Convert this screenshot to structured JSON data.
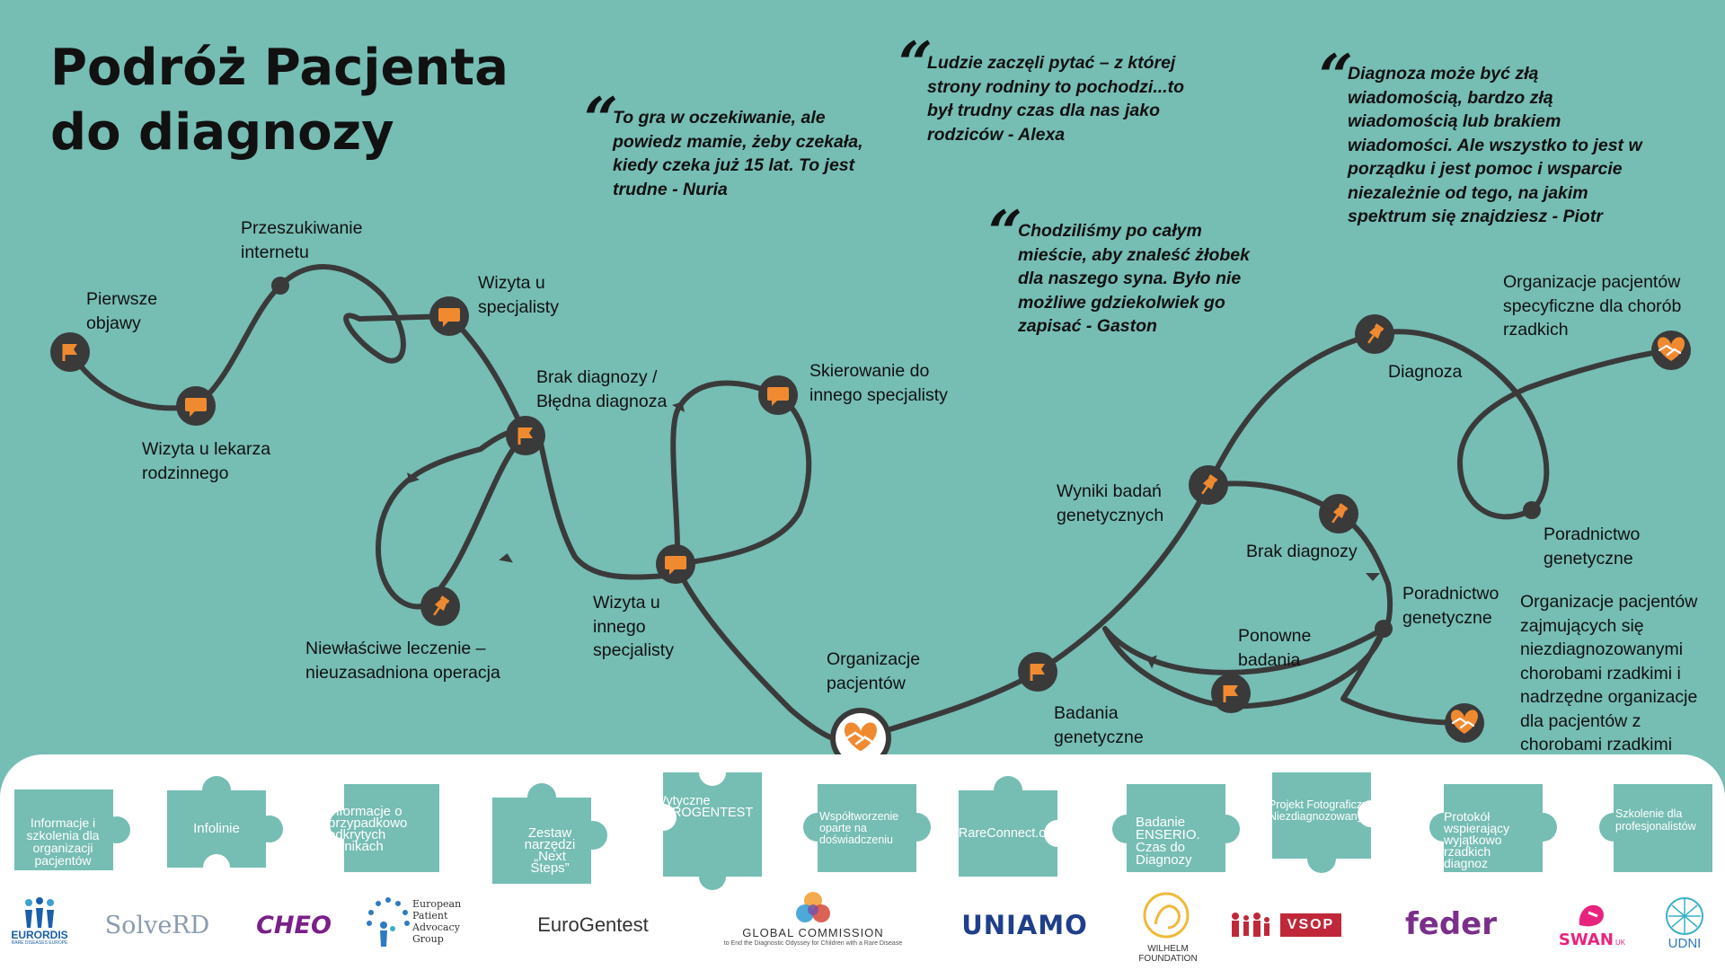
{
  "title": {
    "line1": "Podróż Pacjenta",
    "line2": "do diagnozy"
  },
  "quotes": [
    {
      "id": "nuria",
      "text": "To gra w oczekiwanie, ale powiedz mamie, żeby czekała, kiedy czeka już 15 lat. To jest trudne - Nuria"
    },
    {
      "id": "alexa",
      "text": "Ludzie zaczęli pytać – z której strony rodniny to pochodzi...to był trudny czas dla nas jako rodziców - Alexa"
    },
    {
      "id": "gaston",
      "text": "Chodziliśmy po całym mieście, aby znaleść żłobek dla naszego syna. Było nie możliwe gdziekolwiek go zapisać - Gaston"
    },
    {
      "id": "piotr",
      "text": "Diagnoza może być złą wiadomością, bardzo złą wiadomością lub brakiem wiadomości. Ale wszystko to jest w porządku i jest pomoc i wsparcie niezależnie od tego, na jakim spektrum się znajdziesz - Piotr"
    }
  ],
  "quote_mark": "“",
  "steps": [
    {
      "id": "pierwsze-objawy",
      "lines": [
        "Pierwsze",
        "objawy"
      ],
      "icon": "flag"
    },
    {
      "id": "wizyta-lekarza",
      "lines": [
        "Wizyta u lekarza",
        "rodzinnego"
      ],
      "icon": "speech"
    },
    {
      "id": "przeszukiwanie",
      "lines": [
        "Przeszukiwanie",
        "internetu"
      ],
      "icon": "dot"
    },
    {
      "id": "wizyta-specjalisty",
      "lines": [
        "Wizyta u",
        "specjalisty"
      ],
      "icon": "speech"
    },
    {
      "id": "brak-diagnozy-bledna",
      "lines": [
        "Brak diagnozy /",
        "Błędna diagnoza"
      ],
      "icon": "flag"
    },
    {
      "id": "niewlasciwe-leczenie",
      "lines": [
        "Niewłaściwe leczenie –",
        "nieuzasadniona operacja"
      ],
      "icon": "pin"
    },
    {
      "id": "wizyta-innego",
      "lines": [
        "Wizyta u",
        "innego",
        "specjalisty"
      ],
      "icon": "speech"
    },
    {
      "id": "skierowanie",
      "lines": [
        "Skierowanie do",
        "innego specjalisty"
      ],
      "icon": "speech"
    },
    {
      "id": "organizacje-pacjentow",
      "lines": [
        "Organizacje",
        "pacjentów"
      ],
      "icon": "handheart"
    },
    {
      "id": "badania-genetyczne",
      "lines": [
        "Badania",
        "genetyczne"
      ],
      "icon": "flag"
    },
    {
      "id": "wyniki-badan",
      "lines": [
        "Wyniki badań",
        "genetycznych"
      ],
      "icon": "pin"
    },
    {
      "id": "diagnoza",
      "lines": [
        "Diagnoza"
      ],
      "icon": "pin"
    },
    {
      "id": "brak-diagnozy",
      "lines": [
        "Brak diagnozy"
      ],
      "icon": "pin"
    },
    {
      "id": "poradnictwo-1",
      "lines": [
        "Poradnictwo",
        "genetyczne"
      ],
      "icon": "dot"
    },
    {
      "id": "ponowne-badania",
      "lines": [
        "Ponowne",
        "badania"
      ],
      "icon": "flag"
    },
    {
      "id": "poradnictwo-2",
      "lines": [
        "Poradnictwo",
        "genetyczne"
      ],
      "icon": "dot"
    },
    {
      "id": "org-specyficzne",
      "lines": [
        "Organizacje pacjentów",
        "specyficzne dla chorób",
        "rzadkich"
      ],
      "icon": "handheart"
    },
    {
      "id": "org-niezdiagnozowane",
      "lines": [
        "Organizacje pacjentów",
        "zajmujących się",
        "niezdiagnozowanymi",
        "chorobami rzadkimi i",
        "nadrzędne organizacje",
        "dla pacjentów z",
        "chorobami rzadkimi"
      ],
      "icon": "handheart"
    }
  ],
  "resources": [
    {
      "id": "informacje-szkolenia",
      "text": "Informacje i szkolenia dla organizacji pacjentów"
    },
    {
      "id": "infolinie",
      "text": "Infolinie"
    },
    {
      "id": "informacje-wyniki",
      "text": "Informacje o przypadkowo odkrytych wynikach"
    },
    {
      "id": "zestaw-narzedzi",
      "text": "Zestaw narzędzi „Next Steps”"
    },
    {
      "id": "wytyczne",
      "text": "Wytyczne EUROGENTEST"
    },
    {
      "id": "wspoltworzenie",
      "text": "Współtworzenie oparte na doświadczeniu"
    },
    {
      "id": "rareconnect",
      "text": "RareConnect.org"
    },
    {
      "id": "badanie-enserio",
      "text": "Badanie ENSERIO. Czas do Diagnozy"
    },
    {
      "id": "projekt-fotograficzny",
      "text": "Projekt Fotograficzy Niezdiagnozowanych"
    },
    {
      "id": "protokol",
      "text": "Protokół wspierający wyjątkowo rzadkich diagnoz"
    },
    {
      "id": "szkolenie",
      "text": "Szkolenie dla profesjonalistów"
    }
  ],
  "logos": [
    {
      "id": "eurordis",
      "text": "EURORDIS",
      "sub": "RARE DISEASES EUROPE"
    },
    {
      "id": "solverd",
      "text": "SolveRD"
    },
    {
      "id": "cheo",
      "text": "CHEO"
    },
    {
      "id": "epag",
      "text": "European Patient Advocacy Group"
    },
    {
      "id": "eurogentest",
      "text": "EuroGentest"
    },
    {
      "id": "global-commission",
      "text": "GLOBAL COMMISSION",
      "sub": "to End the Diagnostic Odyssey for Children with a Rare Disease"
    },
    {
      "id": "uniamo",
      "text": "UNIAMO"
    },
    {
      "id": "wilhelm",
      "text": "WILHELM FOUNDATION"
    },
    {
      "id": "vsop",
      "text": "VSOP"
    },
    {
      "id": "feder",
      "text": "feder"
    },
    {
      "id": "swan",
      "text": "SWAN",
      "sub": "UK"
    },
    {
      "id": "udni",
      "text": "UDNI"
    }
  ],
  "colors": {
    "background": "#76bdb4",
    "path": "#3a3a3a",
    "node": "#3a3a3a",
    "icon": "#f08a30",
    "piece": "#76bdb4",
    "panel": "#ffffff"
  }
}
